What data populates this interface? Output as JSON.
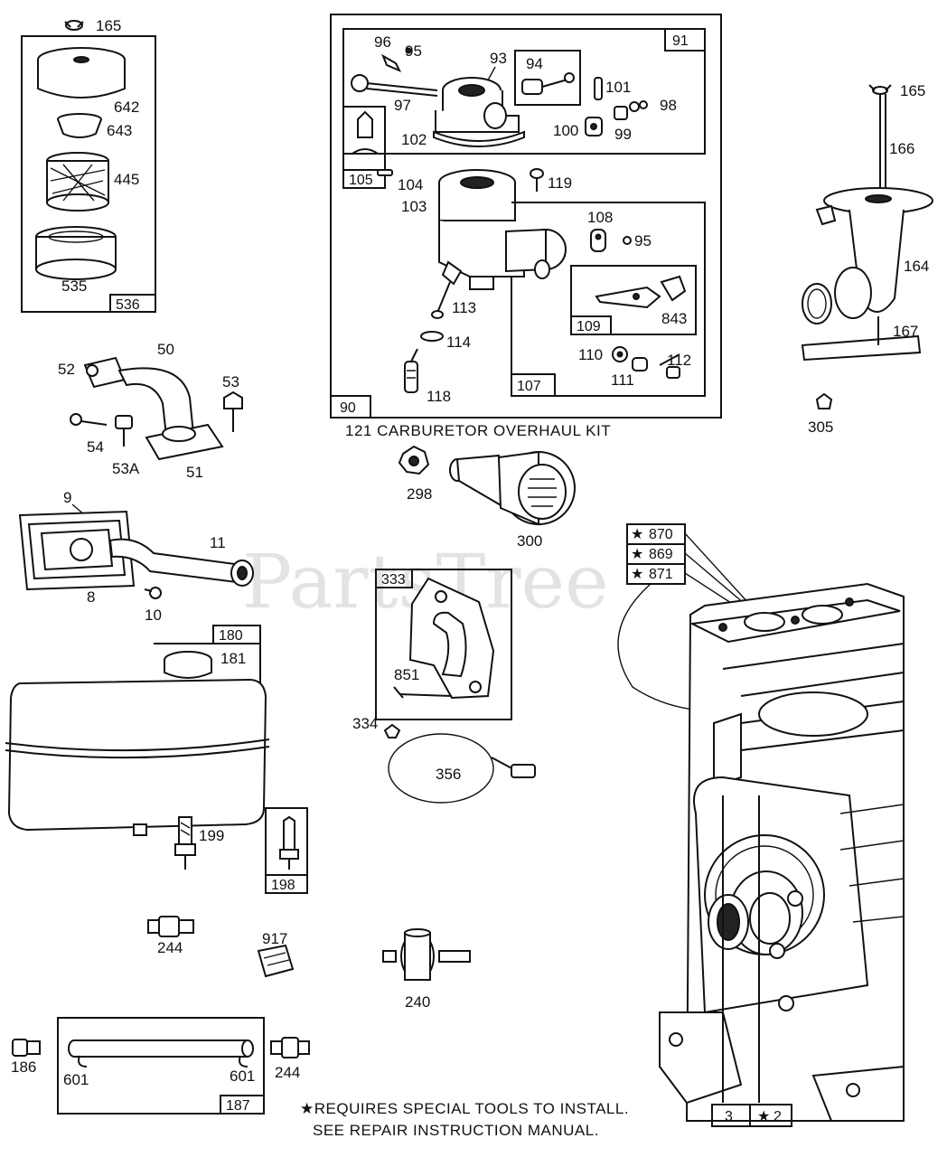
{
  "watermark": "PartsTree",
  "boxes": {
    "b536": "536",
    "b91": "91",
    "b105": "105",
    "b90": "90",
    "b107": "107",
    "b109": "109",
    "b180": "180",
    "b198": "198",
    "b333": "333",
    "b187": "187",
    "b870": "870",
    "b869": "869",
    "b871": "871",
    "b3": "3",
    "b2": "2"
  },
  "labels": {
    "l165a": "165",
    "l642": "642",
    "l643": "643",
    "l445": "445",
    "l535": "535",
    "l96": "96",
    "l95a": "95",
    "l93": "93",
    "l94": "94",
    "l101": "101",
    "l97": "97",
    "l98": "98",
    "l100": "100",
    "l99": "99",
    "l102": "102",
    "l104": "104",
    "l119": "119",
    "l103": "103",
    "l108": "108",
    "l95b": "95",
    "l843": "843",
    "l113": "113",
    "l114": "114",
    "l110": "110",
    "l112": "112",
    "l111": "111",
    "l118": "118",
    "l165b": "165",
    "l166": "166",
    "l164": "164",
    "l167": "167",
    "l305": "305",
    "l50": "50",
    "l52": "52",
    "l53": "53",
    "l54": "54",
    "l53a": "53A",
    "l51": "51",
    "l298": "298",
    "l300": "300",
    "l9": "9",
    "l11": "11",
    "l8": "8",
    "l10": "10",
    "l181": "181",
    "l851": "851",
    "l334": "334",
    "l356": "356",
    "l199": "199",
    "l244a": "244",
    "l917": "917",
    "l240": "240",
    "l186": "186",
    "l601a": "601",
    "l601b": "601",
    "l244b": "244"
  },
  "caption_kit": "121  CARBURETOR OVERHAUL KIT",
  "footnote_line1": "★REQUIRES SPECIAL TOOLS TO INSTALL.",
  "footnote_line2": "SEE REPAIR INSTRUCTION MANUAL.",
  "star": "★"
}
